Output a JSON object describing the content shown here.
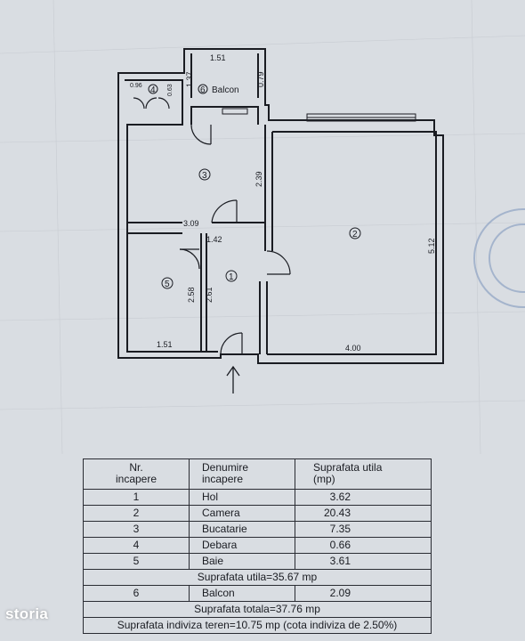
{
  "plan": {
    "dims": {
      "balcony_width": "1.51",
      "balcony_left": "1.37",
      "balcony_right": "0.79",
      "debara_width": "0.96",
      "debara_depth": "0.63",
      "kitchen_height": "2.39",
      "kitchen_width": "3.09",
      "hall_width": "1.42",
      "bath_height": "2.58",
      "hall_height": "2.61",
      "bath_width": "1.51",
      "room_height": "5.12",
      "room_width": "4.00"
    },
    "room_numbers": [
      "1",
      "2",
      "3",
      "4",
      "5",
      "6"
    ],
    "balcony_label": "Balcon"
  },
  "table": {
    "headers": [
      "Nr.\nincapere",
      "Denumire\nincapere",
      "Suprafata utila\n(mp)"
    ],
    "rows": [
      {
        "nr": "1",
        "name": "Hol",
        "area": "3.62"
      },
      {
        "nr": "2",
        "name": "Camera",
        "area": "20.43"
      },
      {
        "nr": "3",
        "name": "Bucatarie",
        "area": "7.35"
      },
      {
        "nr": "4",
        "name": "Debara",
        "area": "0.66"
      },
      {
        "nr": "5",
        "name": "Baie",
        "area": "3.61"
      }
    ],
    "useful_total": "Suprafata utila=35.67 mp",
    "balcony_row": {
      "nr": "6",
      "name": "Balcon",
      "area": "2.09"
    },
    "grand_total": "Suprafata totala=37.76 mp",
    "land_share": "Suprafata indiviza teren=10.75 mp (cota indiviza de 2.50%)"
  },
  "watermark": "storia"
}
